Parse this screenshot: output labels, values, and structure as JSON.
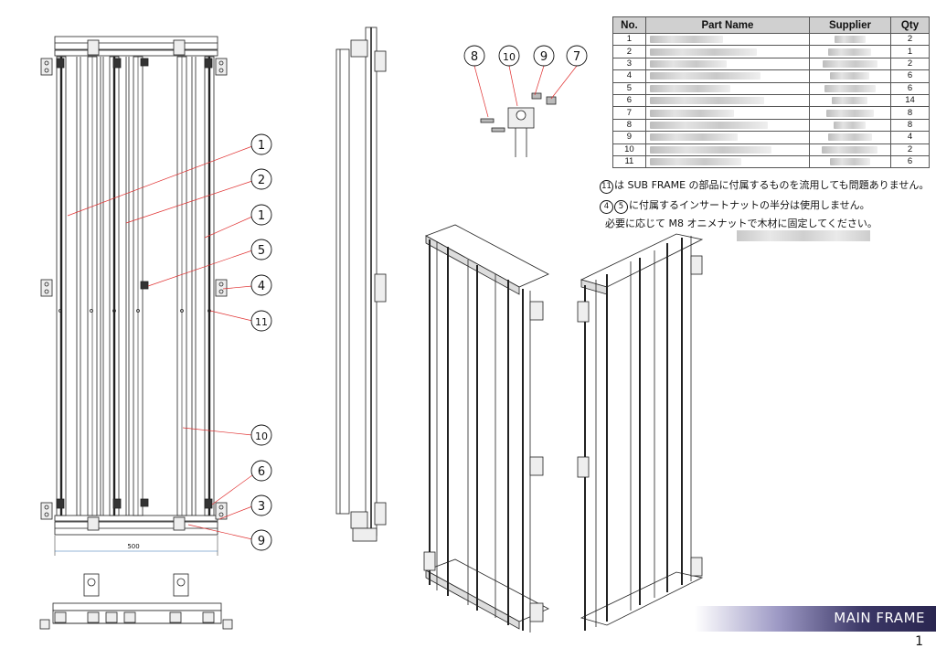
{
  "table": {
    "headers": [
      "No.",
      "Part Name",
      "Supplier",
      "Qty"
    ],
    "rows": [
      {
        "no": "1",
        "qty": "2"
      },
      {
        "no": "2",
        "qty": "1"
      },
      {
        "no": "3",
        "qty": "2"
      },
      {
        "no": "4",
        "qty": "6"
      },
      {
        "no": "5",
        "qty": "6"
      },
      {
        "no": "6",
        "qty": "14"
      },
      {
        "no": "7",
        "qty": "8"
      },
      {
        "no": "8",
        "qty": "8"
      },
      {
        "no": "9",
        "qty": "4"
      },
      {
        "no": "10",
        "qty": "2"
      },
      {
        "no": "11",
        "qty": "6"
      }
    ]
  },
  "notes": {
    "n1_num": "11",
    "n1_text": "は SUB FRAME の部品に付属するものを流用しても問題ありません。",
    "n2_num_a": "4",
    "n2_num_b": "5",
    "n2_text": "に付属するインサートナットの半分は使用しません。",
    "n3_text": "必要に応じて M8 オニメナットで木材に固定してください。"
  },
  "callouts": {
    "c1a": "1",
    "c2": "2",
    "c1b": "1",
    "c5": "5",
    "c4": "4",
    "c11": "11",
    "c10": "10",
    "c6": "6",
    "c3": "3",
    "c9": "9",
    "d8": "8",
    "d10": "10",
    "d9": "9",
    "d7": "7"
  },
  "dimension": "500",
  "banner": "MAIN FRAME",
  "page_number": "1",
  "colors": {
    "leader": "#e03030",
    "banner_dark": "#2a2650",
    "line": "#222222"
  }
}
